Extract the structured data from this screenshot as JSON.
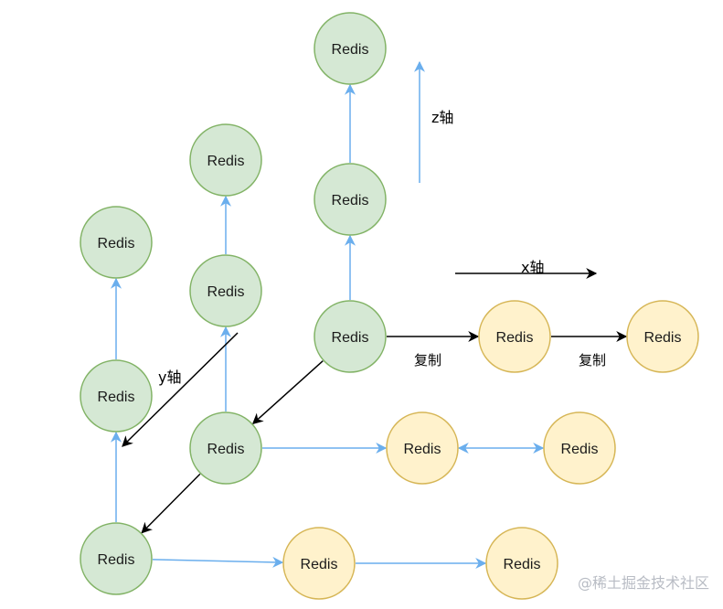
{
  "nodes": [
    {
      "id": "n-top-z",
      "label": "Redis",
      "kind": "primary"
    },
    {
      "id": "n-mid-z",
      "label": "Redis",
      "kind": "primary"
    },
    {
      "id": "n-center",
      "label": "Redis",
      "kind": "primary"
    },
    {
      "id": "n-rep-1",
      "label": "Redis",
      "kind": "replica"
    },
    {
      "id": "n-rep-2",
      "label": "Redis",
      "kind": "replica"
    },
    {
      "id": "n-col2-top",
      "label": "Redis",
      "kind": "primary"
    },
    {
      "id": "n-col2-mid",
      "label": "Redis",
      "kind": "primary"
    },
    {
      "id": "n-col2-base",
      "label": "Redis",
      "kind": "primary"
    },
    {
      "id": "n-col2-rep-1",
      "label": "Redis",
      "kind": "replica"
    },
    {
      "id": "n-col2-rep-2",
      "label": "Redis",
      "kind": "replica"
    },
    {
      "id": "n-col1-top",
      "label": "Redis",
      "kind": "primary"
    },
    {
      "id": "n-col1-mid",
      "label": "Redis",
      "kind": "primary"
    },
    {
      "id": "n-col1-base",
      "label": "Redis",
      "kind": "primary"
    },
    {
      "id": "n-col1-rep-1",
      "label": "Redis",
      "kind": "replica"
    },
    {
      "id": "n-col1-rep-2",
      "label": "Redis",
      "kind": "replica"
    }
  ],
  "edges": [
    {
      "from": "n-center",
      "to": "n-mid-z",
      "style": "blue"
    },
    {
      "from": "n-mid-z",
      "to": "n-top-z",
      "style": "blue"
    },
    {
      "from": "n-center",
      "to": "n-rep-1",
      "style": "black",
      "label": "复制"
    },
    {
      "from": "n-rep-1",
      "to": "n-rep-2",
      "style": "black",
      "label": "复制"
    },
    {
      "from": "n-center",
      "to": "n-col2-base",
      "style": "black"
    },
    {
      "from": "n-col2-base",
      "to": "n-col2-mid",
      "style": "blue"
    },
    {
      "from": "n-col2-mid",
      "to": "n-col2-top",
      "style": "blue"
    },
    {
      "from": "n-col2-base",
      "to": "n-col2-rep-1",
      "style": "blue"
    },
    {
      "from": "n-col2-rep-1",
      "to": "n-col2-rep-2",
      "style": "blue-both"
    },
    {
      "from": "n-col2-base",
      "to": "n-col1-base",
      "style": "black"
    },
    {
      "from": "n-col1-base",
      "to": "n-col1-mid",
      "style": "blue"
    },
    {
      "from": "n-col1-mid",
      "to": "n-col1-top",
      "style": "blue"
    },
    {
      "from": "n-col1-base",
      "to": "n-col1-rep-1",
      "style": "blue"
    },
    {
      "from": "n-col1-rep-1",
      "to": "n-col1-rep-2",
      "style": "blue"
    }
  ],
  "axes": {
    "z": {
      "label": "z轴"
    },
    "x": {
      "label": "x轴"
    },
    "y": {
      "label": "y轴"
    }
  },
  "watermark": "@稀土掘金技术社区",
  "colors": {
    "primary_fill": "#d5e8d4",
    "primary_stroke": "#82b366",
    "replica_fill": "#fff2cc",
    "replica_stroke": "#d6b656",
    "blue_arrow": "#6aaeed",
    "black_arrow": "#000000"
  }
}
